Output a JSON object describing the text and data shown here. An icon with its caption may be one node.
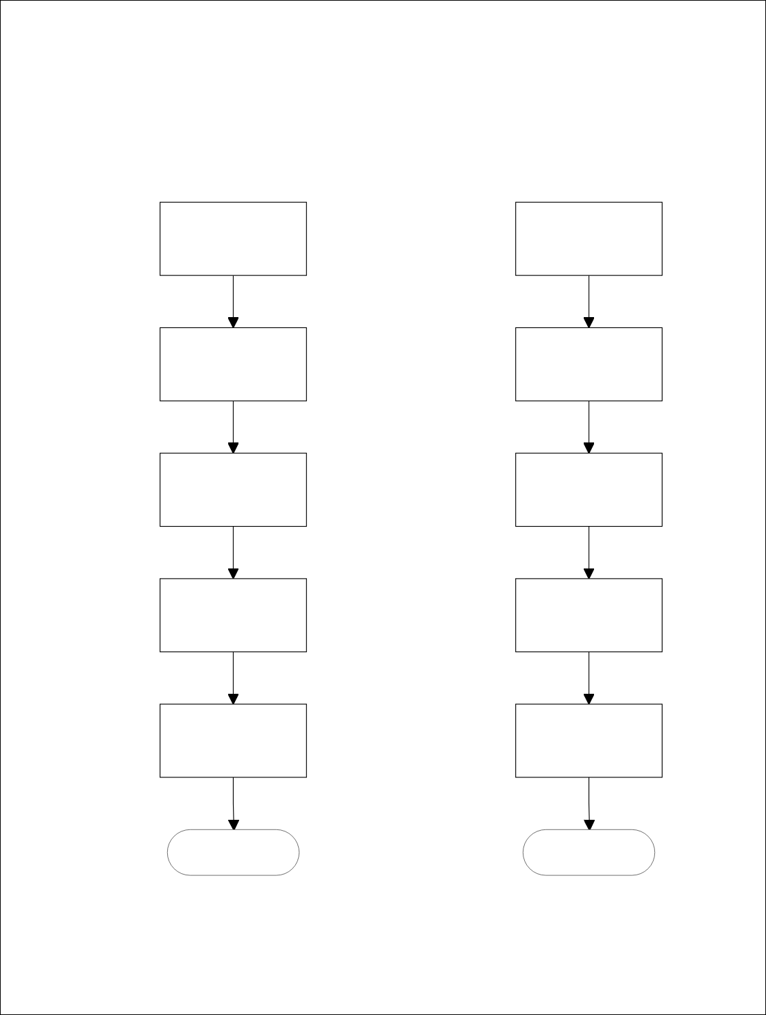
{
  "diagram": {
    "nodes": [
      {
        "text": [],
        "shape": "box"
      },
      {
        "text": [],
        "shape": "box"
      },
      {
        "text": [],
        "shape": "box"
      },
      {
        "text": [],
        "shape": "box"
      },
      {
        "text": [],
        "shape": "box"
      },
      {
        "text": [],
        "shape": "stadium"
      },
      {
        "text": [],
        "shape": "box"
      },
      {
        "text": [],
        "shape": "box"
      },
      {
        "text": [],
        "shape": "box"
      },
      {
        "text": [],
        "shape": "box"
      },
      {
        "text": [],
        "shape": "box"
      },
      {
        "text": [],
        "shape": "stadium"
      }
    ],
    "edges": [
      {
        "from": 0,
        "to": 1,
        "arrow": "to"
      },
      {
        "from": 1,
        "to": 2,
        "arrow": "to"
      },
      {
        "from": 2,
        "to": 3,
        "arrow": "to"
      },
      {
        "from": 3,
        "to": 4,
        "arrow": "to"
      },
      {
        "from": 4,
        "to": 5,
        "arrow": "to"
      },
      {
        "from": 6,
        "to": 7,
        "arrow": "to"
      },
      {
        "from": 7,
        "to": 8,
        "arrow": "to"
      },
      {
        "from": 8,
        "to": 9,
        "arrow": "to"
      },
      {
        "from": 9,
        "to": 10,
        "arrow": "to"
      },
      {
        "from": 10,
        "to": 11,
        "arrow": "to"
      }
    ]
  }
}
